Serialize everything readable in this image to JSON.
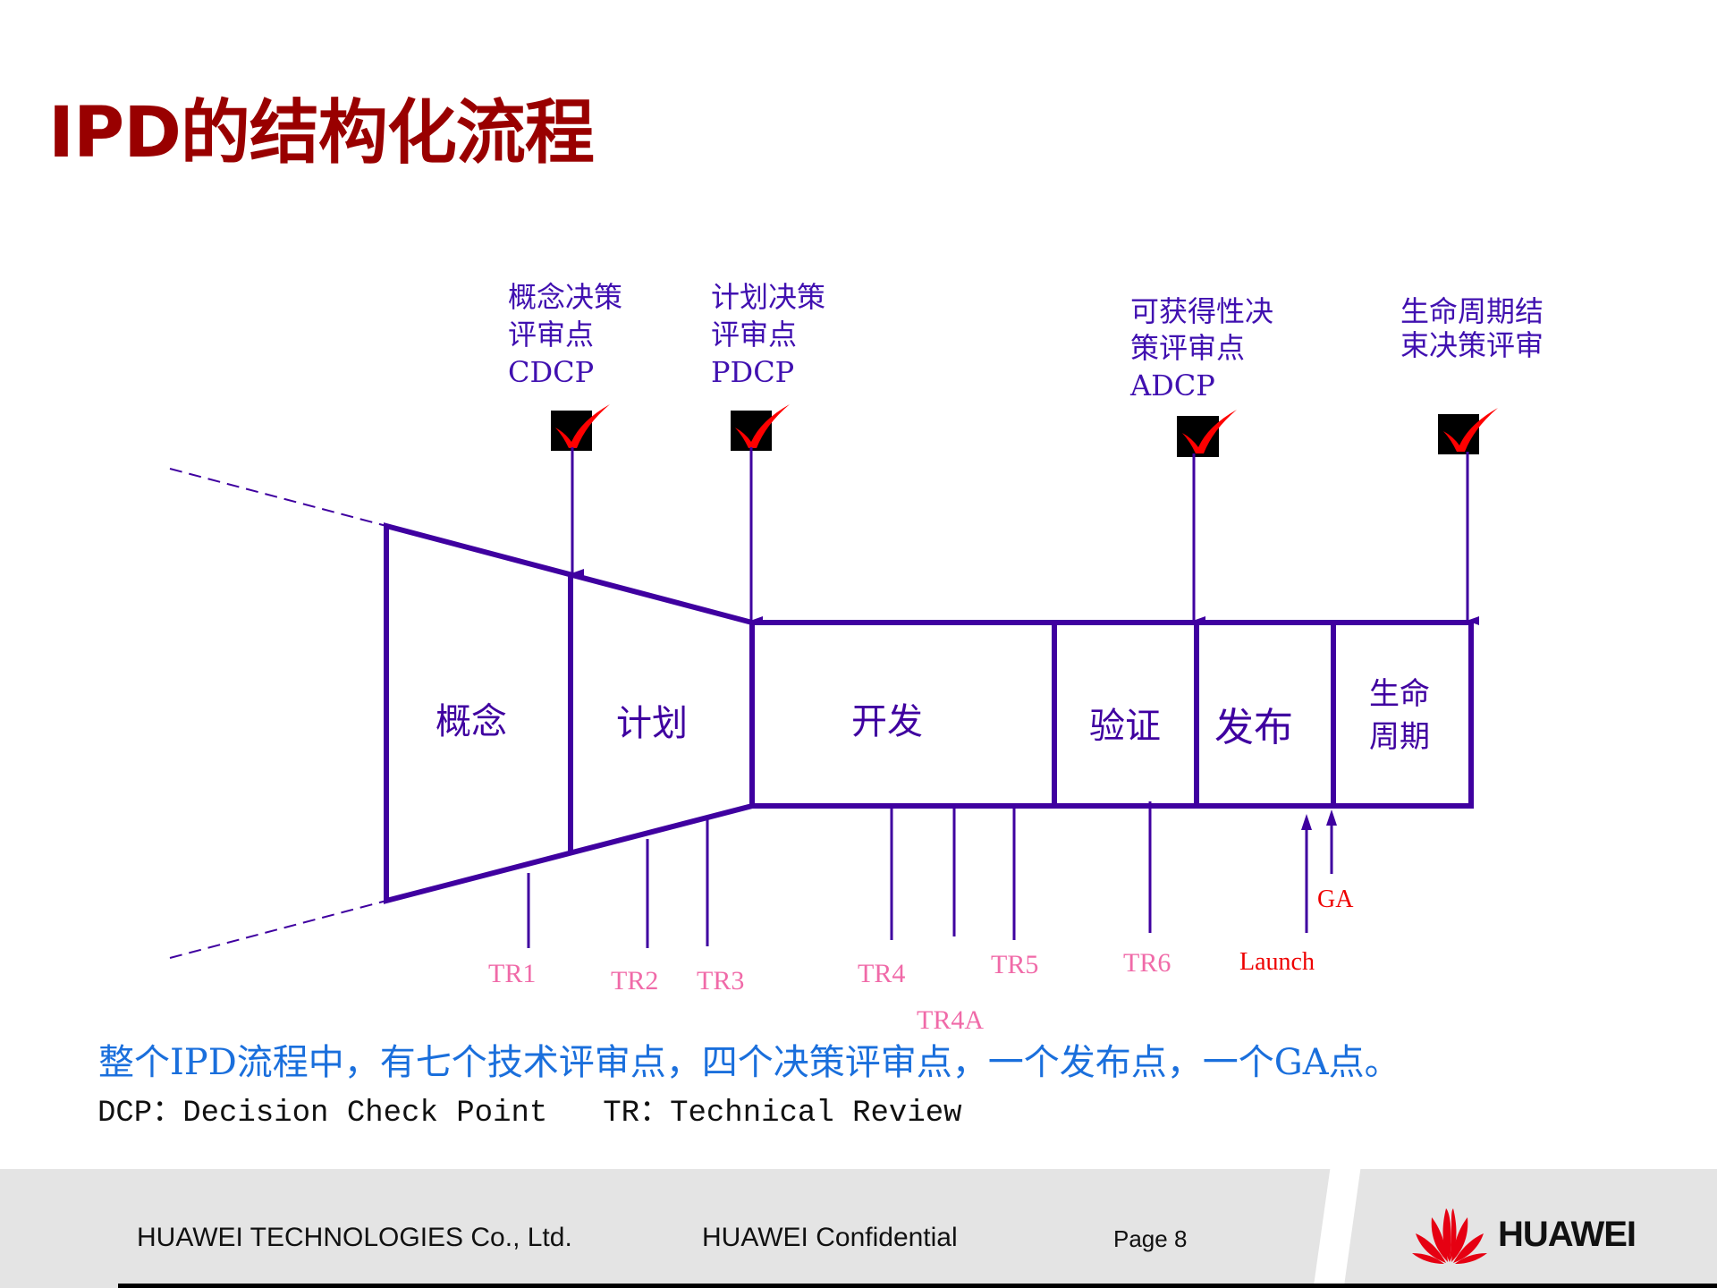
{
  "slide": {
    "title": "IPD的结构化流程",
    "summary": "整个IPD流程中，有七个技术评审点，四个决策评审点，一个发布点，一个GA点。",
    "legend": {
      "dcp": "DCP：Decision Check Point",
      "tr": "TR：Technical Review"
    }
  },
  "diagram": {
    "colors": {
      "line": "#3f00a0",
      "tr_label": "#f06aa8",
      "red_label": "#ee0000",
      "dcp_text": "#4010b0",
      "checkbox_bg": "#000000",
      "checkmark": "#ff0000"
    },
    "phases": [
      {
        "label": "概念"
      },
      {
        "label": "计划"
      },
      {
        "label": "开发"
      },
      {
        "label": "验证"
      },
      {
        "label": "发布"
      },
      {
        "label_line1": "生命",
        "label_line2": "周期"
      }
    ],
    "decision_points": [
      {
        "line1": "概念决策",
        "line2": "评审点",
        "line3": "CDCP"
      },
      {
        "line1": "计划决策",
        "line2": "评审点",
        "line3": "PDCP"
      },
      {
        "line1": "可获得性决",
        "line2": "策评审点",
        "line3": "ADCP"
      },
      {
        "line1": "生命周期结",
        "line2": "束决策评审"
      }
    ],
    "technical_reviews": [
      "TR1",
      "TR2",
      "TR3",
      "TR4",
      "TR4A",
      "TR5",
      "TR6"
    ],
    "launch_label": "Launch",
    "ga_label": "GA"
  },
  "footer": {
    "company": "HUAWEI TECHNOLOGIES Co., Ltd.",
    "confidential": "HUAWEI Confidential",
    "page": "Page 8",
    "logo_text": "HUAWEI",
    "logo_icon": "huawei-petal-logo-icon"
  }
}
